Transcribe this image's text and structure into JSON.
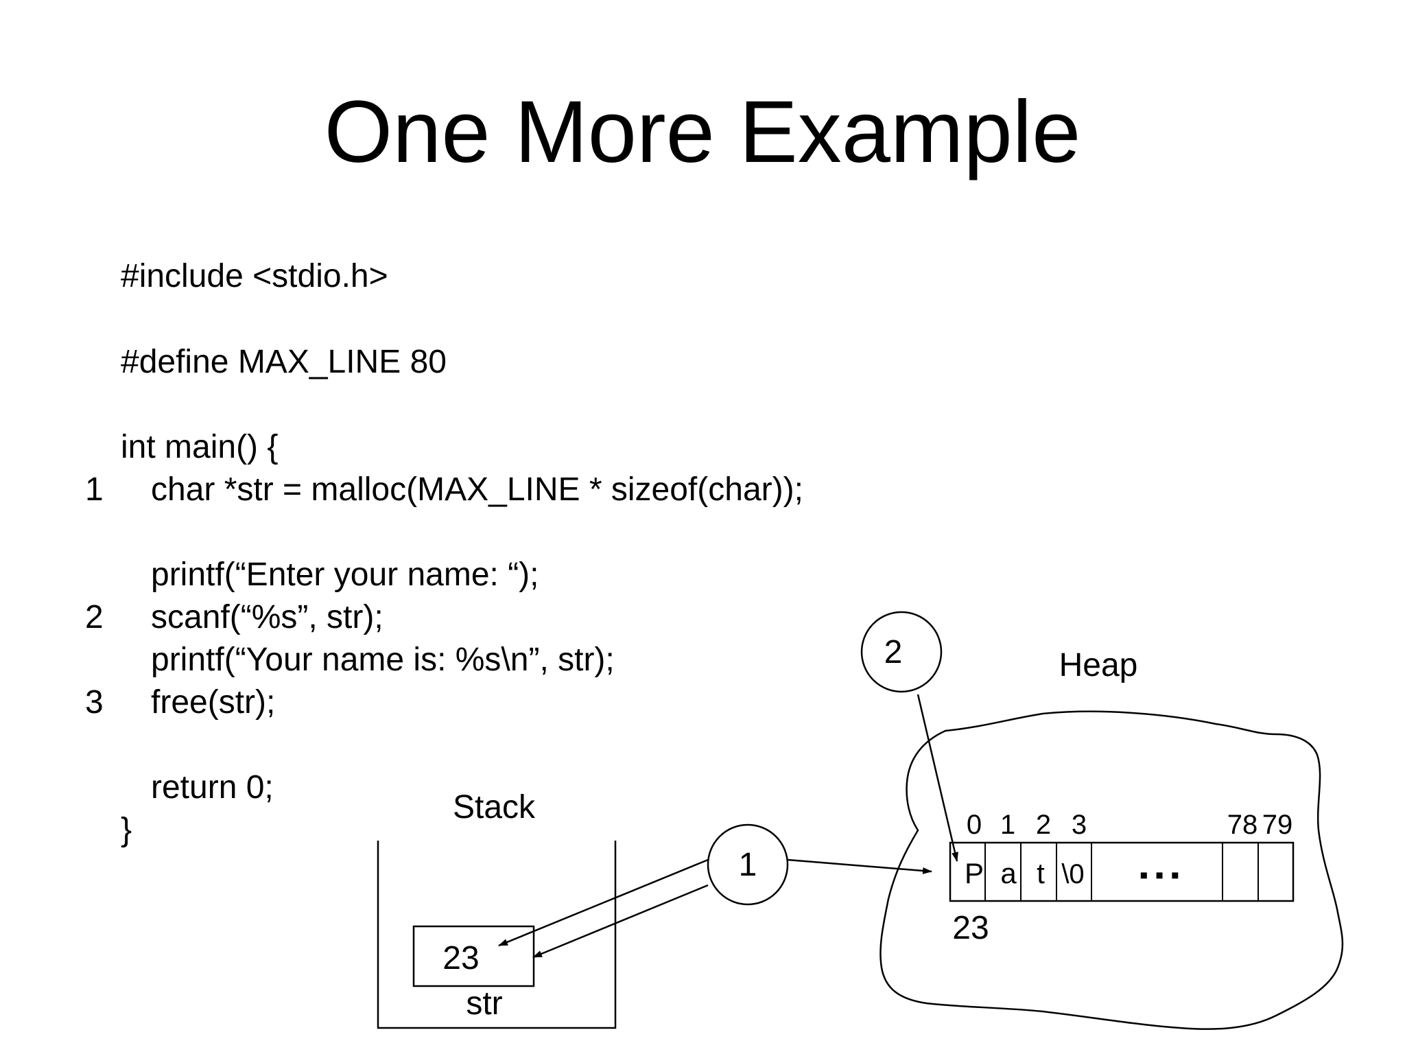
{
  "title": "One More Example",
  "code": {
    "lines": [
      "#include <stdio.h>",
      "#define MAX_LINE 80",
      "int main() {",
      "char *str = malloc(MAX_LINE * sizeof(char));",
      "printf(“Enter your name: “);",
      "scanf(“%s”, str);",
      "printf(“Your name is: %s\\n”, str);",
      "free(str);",
      "return 0;",
      "}"
    ],
    "line_numbers": [
      "1",
      "2",
      "3"
    ]
  },
  "diagram": {
    "stack": {
      "label": "Stack",
      "var_value": "23",
      "var_name": "str"
    },
    "heap": {
      "label": "Heap",
      "indices": [
        "0",
        "1",
        "2",
        "3",
        "78",
        "79"
      ],
      "cells": [
        "P",
        "a",
        "t",
        "\\0"
      ],
      "ellipsis": "▪  ▪  ▪",
      "address": "23"
    },
    "markers": [
      "1",
      "2"
    ]
  }
}
